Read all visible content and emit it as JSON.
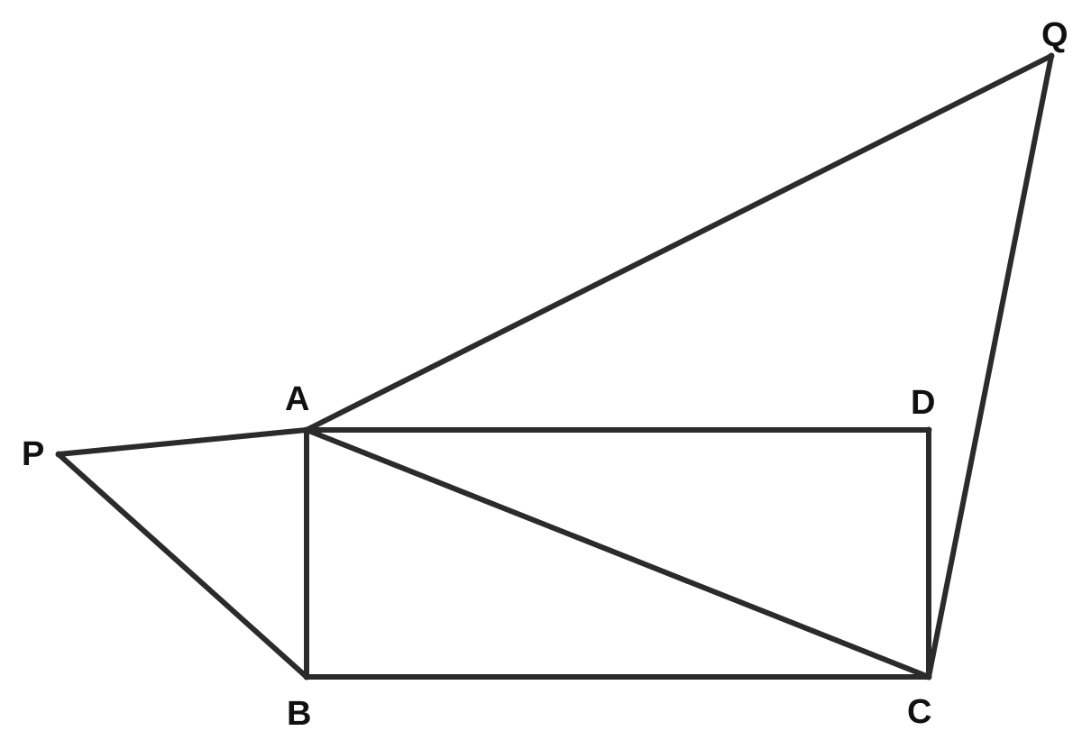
{
  "diagram": {
    "points": {
      "A": "A",
      "B": "B",
      "C": "C",
      "D": "D",
      "P": "P",
      "Q": "Q"
    },
    "segments": [
      [
        "P",
        "A"
      ],
      [
        "P",
        "B"
      ],
      [
        "A",
        "B"
      ],
      [
        "A",
        "D"
      ],
      [
        "D",
        "C"
      ],
      [
        "B",
        "C"
      ],
      [
        "A",
        "C"
      ],
      [
        "A",
        "Q"
      ],
      [
        "Q",
        "C"
      ]
    ],
    "colors": {
      "line": "#2b2b2b",
      "label": "#111111",
      "background": "#ffffff"
    }
  }
}
